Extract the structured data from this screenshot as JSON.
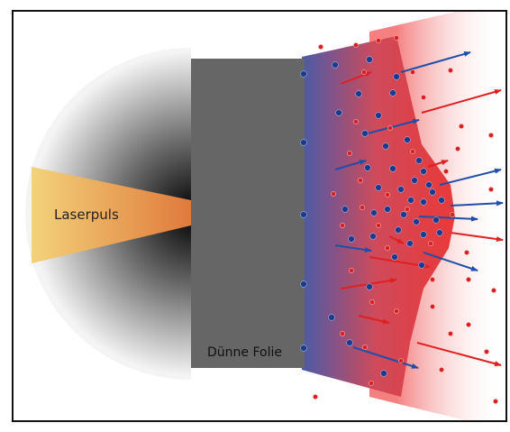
{
  "labels": {
    "laser": "Laserpuls",
    "foil": "Dünne Folie"
  },
  "colors": {
    "frame": "#111111",
    "foil": "#666666",
    "laser_light": "#f3d27a",
    "laser_dark": "#e07a3c",
    "plasma_blue": "#4a5aa8",
    "plasma_red": "#e23a3a",
    "electron": "#1a3a8c",
    "proton": "#d42020"
  },
  "icons": {
    "electron": "blue-dot-with-cross",
    "proton": "red-dot"
  }
}
